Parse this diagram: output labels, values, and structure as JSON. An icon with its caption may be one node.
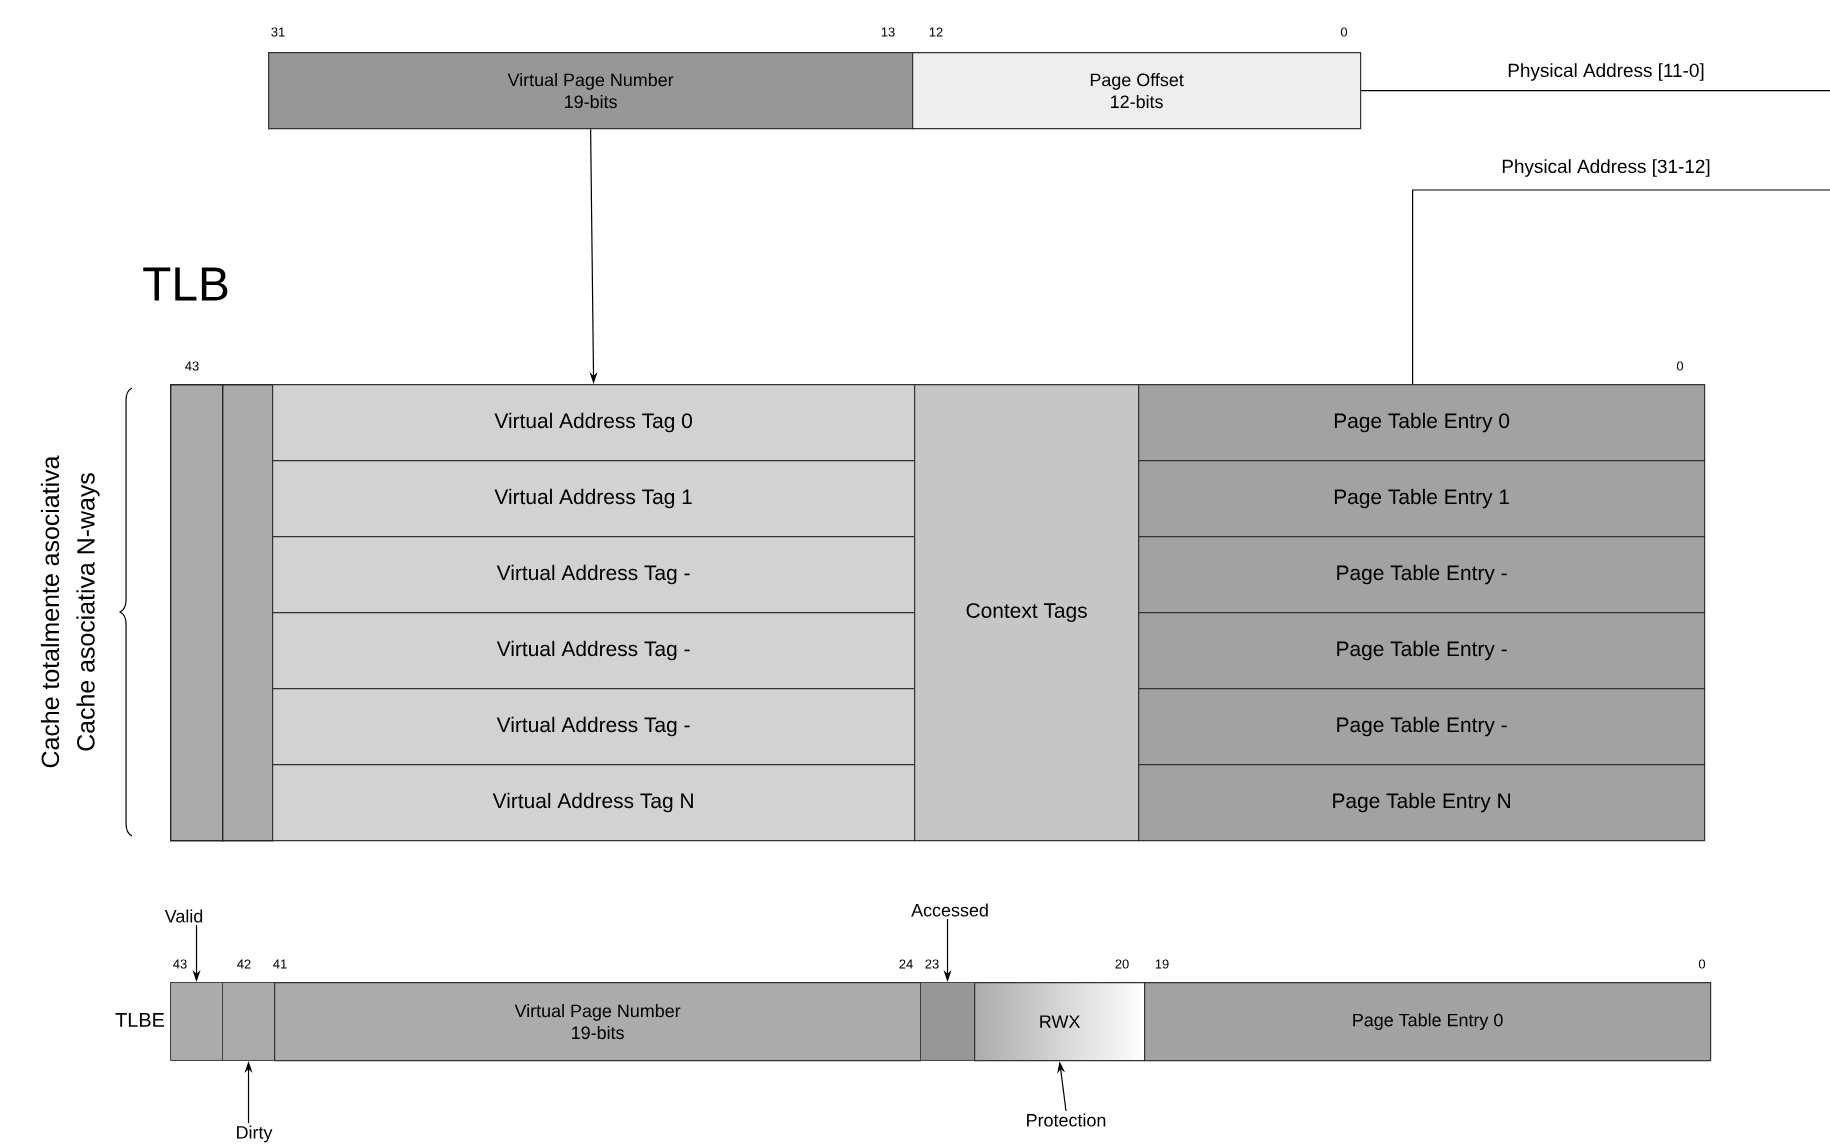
{
  "diagram": {
    "nodes": [
      {
        "text": [
          "Virtual Page Number",
          "19-bits"
        ]
      },
      {
        "text": [
          "Page Offset",
          "12-bits"
        ]
      },
      {
        "text": [],
        "shape": "bar"
      },
      {
        "text": [],
        "shape": "bar"
      },
      {
        "text": [
          "Virtual Address Tag 0"
        ]
      },
      {
        "text": [
          "Virtual Address Tag 1"
        ]
      },
      {
        "text": [
          "Virtual Address Tag -"
        ]
      },
      {
        "text": [
          "Virtual Address Tag -"
        ]
      },
      {
        "text": [
          "Virtual Address Tag -"
        ]
      },
      {
        "text": [
          "Virtual Address Tag N"
        ]
      },
      {
        "text": [
          "Context Tags"
        ]
      },
      {
        "text": [
          "Page Table Entry 0"
        ]
      },
      {
        "text": [
          "Page Table Entry 1"
        ]
      },
      {
        "text": [
          "Page Table Entry -"
        ]
      },
      {
        "text": [
          "Page Table Entry -"
        ]
      },
      {
        "text": [
          "Page Table Entry -"
        ]
      },
      {
        "text": [
          "Page Table Entry N"
        ]
      },
      {
        "text": [
          "Valid"
        ]
      },
      {
        "text": [
          "Accessed"
        ]
      },
      {
        "text": [],
        "shape": "box"
      },
      {
        "text": [],
        "shape": "box"
      },
      {
        "text": [
          "Virtual Page Number",
          "19-bits"
        ]
      },
      {
        "text": [],
        "shape": "box"
      },
      {
        "text": [
          "RWX"
        ]
      },
      {
        "text": [
          "Page Table Entry 0"
        ]
      },
      {
        "text": [
          "Dirty"
        ]
      },
      {
        "text": [
          "Protection"
        ]
      }
    ],
    "edges": [
      {
        "from": 0,
        "to": 4,
        "arrow": "to"
      },
      {
        "from": 1,
        "to": null,
        "arrow": "none",
        "label": "Physical Address [11-0]"
      },
      {
        "from": 11,
        "to": null,
        "arrow": "none",
        "label": "Physical Address [31-12]"
      },
      {
        "from": 17,
        "to": 19,
        "arrow": "to"
      },
      {
        "from": 18,
        "to": 22,
        "arrow": "to"
      },
      {
        "from": 25,
        "to": 20,
        "arrow": "to"
      },
      {
        "from": 26,
        "to": 23,
        "arrow": "to"
      }
    ],
    "labels": [
      "31",
      "13",
      "12",
      "0",
      "TLB",
      "43",
      "0",
      "Cache totalmente asociativa",
      "Cache asociativa N-ways",
      "TLBE",
      "43",
      "42",
      "41",
      "24",
      "23",
      "20",
      "19",
      "0"
    ]
  }
}
